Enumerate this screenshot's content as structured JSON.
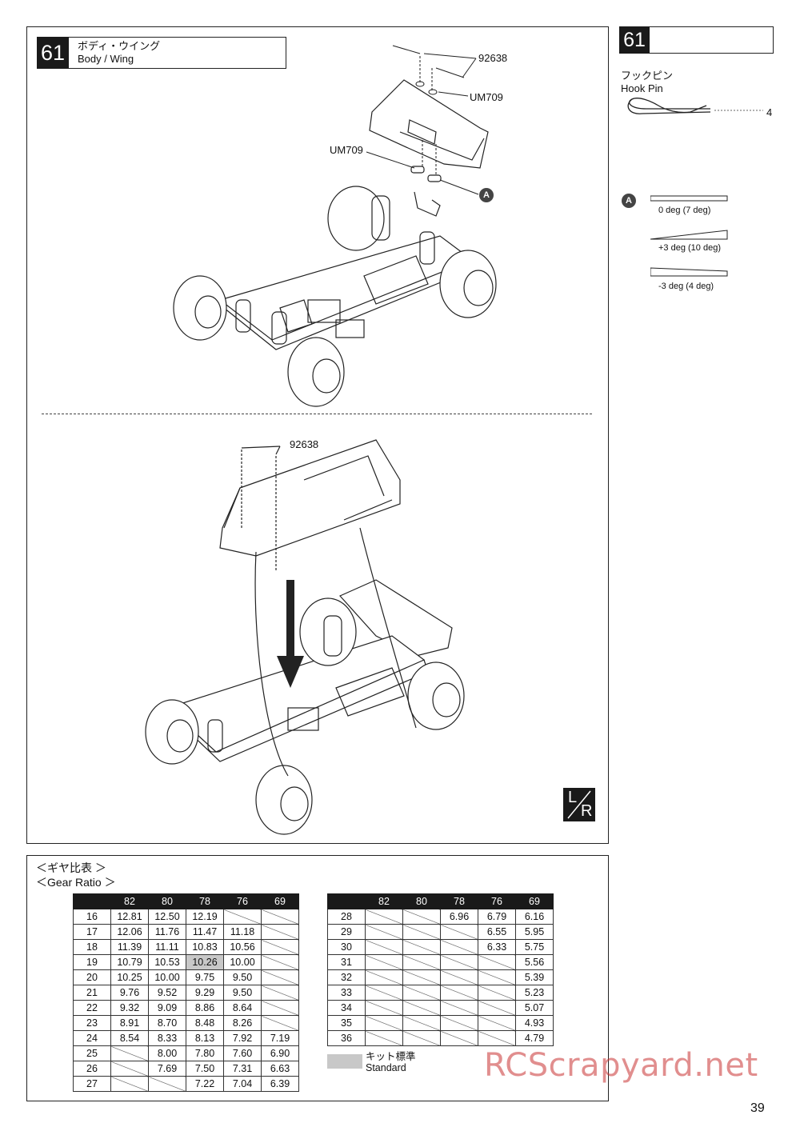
{
  "step": {
    "number": "61",
    "title_jp": "ボディ・ウイング",
    "title_en": "Body / Wing"
  },
  "callouts": {
    "pin_top": "92638",
    "washer_right": "UM709",
    "washer_left": "UM709",
    "angle_marker": "A",
    "pin_body": "92638"
  },
  "parts_panel": {
    "number": "61",
    "hook_pin_jp": "フックピン",
    "hook_pin_en": "Hook Pin",
    "hook_pin_qty": "4"
  },
  "wing_angle": {
    "marker": "A",
    "options": [
      "0 deg (7 deg)",
      "+3 deg (10 deg)",
      "-3 deg (4 deg)"
    ]
  },
  "lr_icon": {
    "top": "L",
    "bottom": "R"
  },
  "gear_ratio": {
    "title_jp": "＜ギヤ比表 ＞",
    "title_en": "＜Gear Ratio ＞",
    "spur": [
      "82",
      "80",
      "78",
      "76",
      "69"
    ],
    "table1": [
      {
        "pinion": "16",
        "values": [
          "12.81",
          "12.50",
          "12.19",
          "",
          ""
        ]
      },
      {
        "pinion": "17",
        "values": [
          "12.06",
          "11.76",
          "11.47",
          "11.18",
          ""
        ]
      },
      {
        "pinion": "18",
        "values": [
          "11.39",
          "11.11",
          "10.83",
          "10.56",
          ""
        ]
      },
      {
        "pinion": "19",
        "values": [
          "10.79",
          "10.53",
          "10.26",
          "10.00",
          ""
        ]
      },
      {
        "pinion": "20",
        "values": [
          "10.25",
          "10.00",
          "9.75",
          "9.50",
          ""
        ]
      },
      {
        "pinion": "21",
        "values": [
          "9.76",
          "9.52",
          "9.29",
          "9.50",
          ""
        ]
      },
      {
        "pinion": "22",
        "values": [
          "9.32",
          "9.09",
          "8.86",
          "8.64",
          ""
        ]
      },
      {
        "pinion": "23",
        "values": [
          "8.91",
          "8.70",
          "8.48",
          "8.26",
          ""
        ]
      },
      {
        "pinion": "24",
        "values": [
          "8.54",
          "8.33",
          "8.13",
          "7.92",
          "7.19"
        ]
      },
      {
        "pinion": "25",
        "values": [
          "",
          "8.00",
          "7.80",
          "7.60",
          "6.90"
        ]
      },
      {
        "pinion": "26",
        "values": [
          "",
          "7.69",
          "7.50",
          "7.31",
          "6.63"
        ]
      },
      {
        "pinion": "27",
        "values": [
          "",
          "",
          "7.22",
          "7.04",
          "6.39"
        ]
      }
    ],
    "table2": [
      {
        "pinion": "28",
        "values": [
          "",
          "",
          "6.96",
          "6.79",
          "6.16"
        ]
      },
      {
        "pinion": "29",
        "values": [
          "",
          "",
          "",
          "6.55",
          "5.95"
        ]
      },
      {
        "pinion": "30",
        "values": [
          "",
          "",
          "",
          "6.33",
          "5.75"
        ]
      },
      {
        "pinion": "31",
        "values": [
          "",
          "",
          "",
          "",
          "5.56"
        ]
      },
      {
        "pinion": "32",
        "values": [
          "",
          "",
          "",
          "",
          "5.39"
        ]
      },
      {
        "pinion": "33",
        "values": [
          "",
          "",
          "",
          "",
          "5.23"
        ]
      },
      {
        "pinion": "34",
        "values": [
          "",
          "",
          "",
          "",
          "5.07"
        ]
      },
      {
        "pinion": "35",
        "values": [
          "",
          "",
          "",
          "",
          "4.93"
        ]
      },
      {
        "pinion": "36",
        "values": [
          "",
          "",
          "",
          "",
          "4.79"
        ]
      }
    ],
    "standard": {
      "pinion": "19",
      "spur": "78"
    },
    "legend_jp": "キット標準",
    "legend_en": "Standard",
    "standard_color": "#c8c8c8"
  },
  "watermark": "RCScrapyard.net",
  "page_number": "39"
}
